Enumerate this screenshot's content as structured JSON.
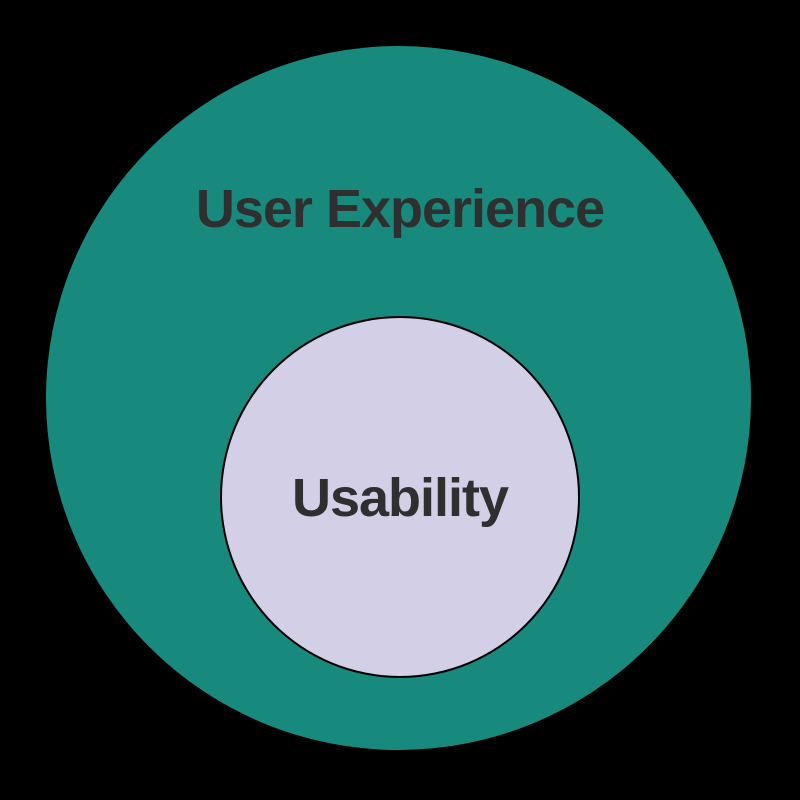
{
  "diagram": {
    "type": "nested-circles",
    "background_color": "#000000",
    "text_color": "#2F2F2F",
    "outer_circle": {
      "label": "User Experience",
      "fill": "#188A7D",
      "stroke": "#000000"
    },
    "inner_circle": {
      "label": "Usability",
      "fill": "#D3CFE7",
      "stroke": "#000000"
    }
  }
}
